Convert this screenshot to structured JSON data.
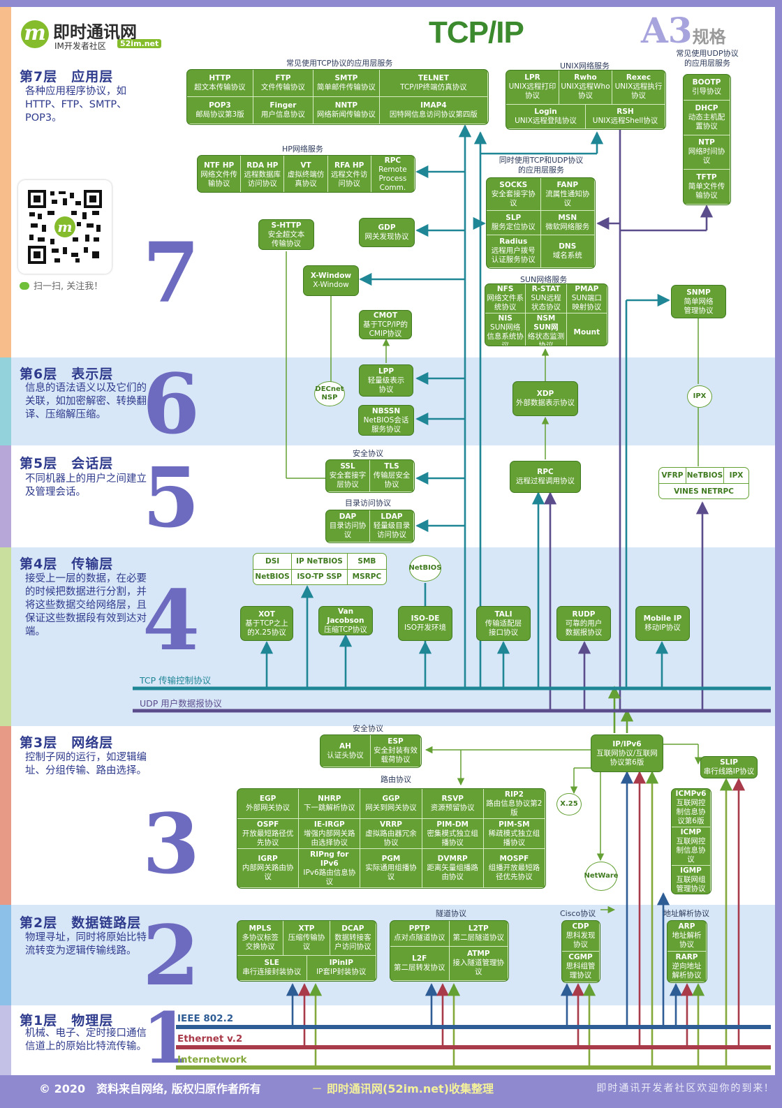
{
  "header": {
    "logo_mark": "m",
    "logo_name": "即时通讯网",
    "logo_sub": "IM开发者社区",
    "logo_domain": "52im.net",
    "title": "TCP/IP",
    "a3": "A3",
    "a3_suffix": "规格",
    "qr_caption": "扫一扫, 关注我！"
  },
  "layers": [
    {
      "title": "第7层　应用层",
      "desc": "各种应用程序协议，如HTTP、FTP、SMTP、POP3。",
      "number": "7"
    },
    {
      "title": "第6层　表示层",
      "desc": "信息的语法语义以及它们的关联，如加密解密、转换翻译、压缩解压缩。",
      "number": "6"
    },
    {
      "title": "第5层　会话层",
      "desc": "不同机器上的用户之间建立及管理会话。",
      "number": "5"
    },
    {
      "title": "第4层　传输层",
      "desc": "接受上一层的数据，在必要的时候把数据进行分割，并将这些数据交给网络层，且保证这些数据段有效到达对端。",
      "number": "4"
    },
    {
      "title": "第3层　网络层",
      "desc": "控制子网的运行，如逻辑编址、分组传输、路由选择。",
      "number": "3"
    },
    {
      "title": "第2层　数据链路层",
      "desc": "物理寻址，同时将原始比特流转变为逻辑传输线路。",
      "number": "2"
    },
    {
      "title": "第1层　物理层",
      "desc": "机械、电子、定时接口通信信道上的原始比特流传输。",
      "number": "1"
    }
  ],
  "captions": {
    "tcp_apps": "常见使用TCP协议的应用层服务",
    "unix": "UNIX网络服务",
    "udp_apps": "常见使用UDP协议的应用层服务",
    "hp": "HP网络服务",
    "both": "同时使用TCP和UDP协议的应用层服务",
    "sun": "SUN网络服务",
    "sec5": "安全协议",
    "dir": "目录访问协议",
    "sec3": "安全协议",
    "routing": "路由协议",
    "tunnel": "隧道协议",
    "cisco": "Cisco协议",
    "addr": "地址解析协议"
  },
  "boxes": {
    "tcp_apps": [
      {
        "name": "HTTP",
        "desc": "超文本传输协议"
      },
      {
        "name": "FTP",
        "desc": "文件传输协议"
      },
      {
        "name": "SMTP",
        "desc": "简单邮件传输协议"
      },
      {
        "name": "TELNET",
        "desc": "TCP/IP终端仿真协议"
      },
      {
        "name": "POP3",
        "desc": "邮局协议第3版"
      },
      {
        "name": "Finger",
        "desc": "用户信息协议"
      },
      {
        "name": "NNTP",
        "desc": "网络新闻传输协议"
      },
      {
        "name": "IMAP4",
        "desc": "因特网信息访问协议第四版"
      }
    ],
    "unix": [
      {
        "name": "LPR",
        "desc": "UNIX远程打印协议"
      },
      {
        "name": "Rwho",
        "desc": "UNIX远程Who协议"
      },
      {
        "name": "Rexec",
        "desc": "UNIX远程执行协议"
      },
      {
        "name": "Login",
        "desc": "UNIX远程登陆协议"
      },
      {
        "name": "RSH",
        "desc": "UNIX远程Shell协议"
      }
    ],
    "udp_apps": [
      {
        "name": "BOOTP",
        "desc": "引导协议"
      },
      {
        "name": "DHCP",
        "desc": "动态主机配置协议"
      },
      {
        "name": "NTP",
        "desc": "网络时间协议"
      },
      {
        "name": "TFTP",
        "desc": "简单文件传输协议"
      }
    ],
    "hp": [
      {
        "name": "NTF HP",
        "desc": "网络文件传输协议"
      },
      {
        "name": "RDA HP",
        "desc": "远程数据库访问协议"
      },
      {
        "name": "VT",
        "desc": "虚拟终端仿真协议"
      },
      {
        "name": "RFA HP",
        "desc": "远程文件访问协议"
      },
      {
        "name": "RPC",
        "desc": "Remote Process Comm."
      }
    ],
    "both": [
      {
        "name": "SOCKS",
        "desc": "安全套接字协议"
      },
      {
        "name": "FANP",
        "desc": "流属性通知协议"
      },
      {
        "name": "SLP",
        "desc": "服务定位协议"
      },
      {
        "name": "MSN",
        "desc": "微软网络服务"
      },
      {
        "name": "Radius",
        "desc": "远程用户拨号认证服务协议"
      },
      {
        "name": "DNS",
        "desc": "域名系统"
      }
    ],
    "shttp": {
      "name": "S-HTTP",
      "desc": "安全超文本传输协议"
    },
    "gdp": {
      "name": "GDP",
      "desc": "网关发现协议"
    },
    "xwin": {
      "name": "X-Window",
      "desc": "X-Window"
    },
    "cmot": {
      "name": "CMOT",
      "desc": "基于TCP/IP的CMIP协议"
    },
    "snmp": {
      "name": "SNMP",
      "desc": "简单网络管理协议"
    },
    "sun": [
      {
        "name": "NFS",
        "desc": "网络文件系统协议"
      },
      {
        "name": "R-STAT",
        "desc": "SUN远程状态协议"
      },
      {
        "name": "PMAP",
        "desc": "SUN端口映射协议"
      },
      {
        "name": "NIS",
        "desc": "SUN网络信息系统协议"
      },
      {
        "name": "NSM SUN网",
        "desc": "络状态监测协议"
      },
      {
        "name": "Mount",
        "desc": ""
      }
    ],
    "lpp": {
      "name": "LPP",
      "desc": "轻量级表示协议"
    },
    "nbssn": {
      "name": "NBSSN",
      "desc": "NetBIOS会话服务协议"
    },
    "xdp": {
      "name": "XDP",
      "desc": "外部数据表示协议"
    },
    "security5": [
      {
        "name": "SSL",
        "desc": "安全套接字层协议"
      },
      {
        "name": "TLS",
        "desc": "传输层安全协议"
      }
    ],
    "rpc": {
      "name": "RPC",
      "desc": "远程过程调用协议"
    },
    "dir": [
      {
        "name": "DAP",
        "desc": "目录访问协议"
      },
      {
        "name": "LDAP",
        "desc": "轻量级目录访问协议"
      }
    ],
    "transport_top": [
      "DSI",
      "IP NeTBIOS",
      "SMB",
      "NetBIOS",
      "ISO-TP SSP",
      "MSRPC"
    ],
    "vines_top": [
      "VFRP",
      "NeTBIOS",
      "IPX"
    ],
    "vines_bottom": "VINES NETRPC",
    "xot": {
      "name": "XOT",
      "desc": "基于TCP之上的X.25协议"
    },
    "vj": {
      "name": "Van Jacobson",
      "desc": "压缩TCP协议"
    },
    "isode": {
      "name": "ISO-DE",
      "desc": "ISO开发环境"
    },
    "tali": {
      "name": "TALI",
      "desc": "传输适配层接口协议"
    },
    "rudp": {
      "name": "RUDP",
      "desc": "可靠的用户数据报协议"
    },
    "mip": {
      "name": "Mobile IP",
      "desc": "移动IP协议"
    },
    "sec3": [
      {
        "name": "AH",
        "desc": "认证头协议"
      },
      {
        "name": "ESP",
        "desc": "安全封装有效载荷协议"
      }
    ],
    "ip": {
      "name": "IP/IPv6",
      "desc": "互联网协议/互联网协议第6版"
    },
    "slip": {
      "name": "SLIP",
      "desc": "串行线路IP协议"
    },
    "routing": [
      {
        "name": "EGP",
        "desc": "外部网关协议"
      },
      {
        "name": "NHRP",
        "desc": "下一跳解析协议"
      },
      {
        "name": "GGP",
        "desc": "网关到网关协议"
      },
      {
        "name": "RSVP",
        "desc": "资源预留协议"
      },
      {
        "name": "RIP2",
        "desc": "路由信息协议第2版"
      },
      {
        "name": "OSPF",
        "desc": "开放最短路径优先协议"
      },
      {
        "name": "IE-IRGP",
        "desc": "增强内部网关路由选择协议"
      },
      {
        "name": "VRRP",
        "desc": "虚拟路由器冗余协议"
      },
      {
        "name": "PIM-DM",
        "desc": "密集模式独立组播协议"
      },
      {
        "name": "PIM-SM",
        "desc": "稀疏模式独立组播协议"
      },
      {
        "name": "IGRP",
        "desc": "内部网关路由协议"
      },
      {
        "name": "RIPng for IPv6",
        "desc": "IPv6路由信息协议"
      },
      {
        "name": "PGM",
        "desc": "实际通用组播协议"
      },
      {
        "name": "DVMRP",
        "desc": "距离矢量组播路由协议"
      },
      {
        "name": "MOSPF",
        "desc": "组播开放最短路径优先协议"
      }
    ],
    "icmp": [
      {
        "name": "ICMPv6",
        "desc": "互联网控制信息协议第6版"
      },
      {
        "name": "ICMP",
        "desc": "互联网控制信息协议"
      },
      {
        "name": "IGMP",
        "desc": "互联网组管理协议"
      }
    ],
    "dl1": [
      {
        "name": "MPLS",
        "desc": "多协议标签交换协议"
      },
      {
        "name": "XTP",
        "desc": "压缩传输协议"
      },
      {
        "name": "DCAP",
        "desc": "数据转接客户访问协议"
      },
      {
        "name": "SLE",
        "desc": "串行连接封装协议"
      },
      {
        "name": "IPinIP",
        "desc": "IP套IP封装协议"
      }
    ],
    "tunnel": [
      {
        "name": "PPTP",
        "desc": "点对点隧道协议"
      },
      {
        "name": "L2TP",
        "desc": "第二层隧道协议"
      },
      {
        "name": "L2F",
        "desc": "第二层转发协议"
      },
      {
        "name": "ATMP",
        "desc": "接入隧道管理协议"
      }
    ],
    "cisco": [
      {
        "name": "CDP",
        "desc": "思科发现协议"
      },
      {
        "name": "CGMP",
        "desc": "思科组管理协议"
      }
    ],
    "arp": [
      {
        "name": "ARP",
        "desc": "地址解析协议"
      },
      {
        "name": "RARP",
        "desc": "逆向地址解析协议"
      }
    ]
  },
  "circles": {
    "decnet": "DECnet NSP",
    "ipx": "IPX",
    "netbios": "NetBIOS",
    "x25": "X.25",
    "netware": "NetWare"
  },
  "transport": {
    "tcp_label": "TCP 传输控制协议",
    "udp_label": "UDP 用户数据报协议"
  },
  "physical": {
    "ieee": "IEEE 802.2",
    "ethernet": "Ethernet v.2",
    "internetwork": "Internetwork"
  },
  "footer": {
    "copyright": "© 2020　资料来自网络, 版权归原作者所有",
    "dash": "－",
    "credit": "即时通讯网(52im.net)收集整理",
    "right": "即时通讯开发者社区欢迎你的到来!"
  },
  "colors": {
    "green": "#64a033",
    "teal": "#1f8696",
    "purple": "#5b4c8c",
    "ieee": "#2e5c94",
    "ethernet": "#a83a4a",
    "internetwork": "#84a83c",
    "footer_bg": "#8f8ad0"
  }
}
